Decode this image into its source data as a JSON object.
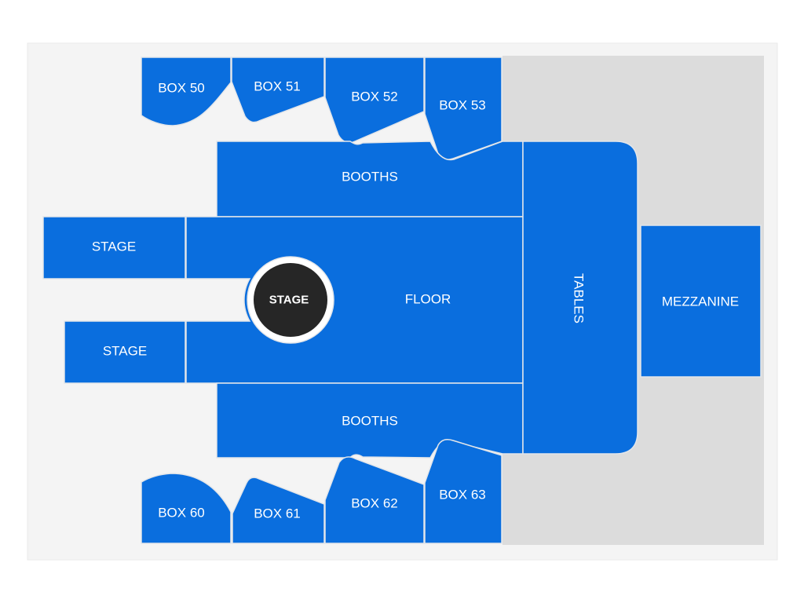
{
  "venue_map": {
    "colors": {
      "background": "#f4f4f4",
      "mezzanine_area": "#dcdcdc",
      "section_fill": "#0a6ede",
      "section_border": "#e3e6ea",
      "stage_center": "#262626",
      "label_text": "#ffffff"
    },
    "sections": {
      "box_50": "BOX 50",
      "box_51": "BOX 51",
      "box_52": "BOX 52",
      "box_53": "BOX 53",
      "booths_top": "BOOTHS",
      "stage_left_top": "STAGE",
      "floor": "FLOOR",
      "stage_center": "STAGE",
      "stage_left_bottom": "STAGE",
      "booths_bottom": "BOOTHS",
      "tables": "TABLES",
      "mezzanine": "MEZZANINE",
      "box_60": "BOX 60",
      "box_61": "BOX 61",
      "box_62": "BOX 62",
      "box_63": "BOX 63"
    }
  }
}
